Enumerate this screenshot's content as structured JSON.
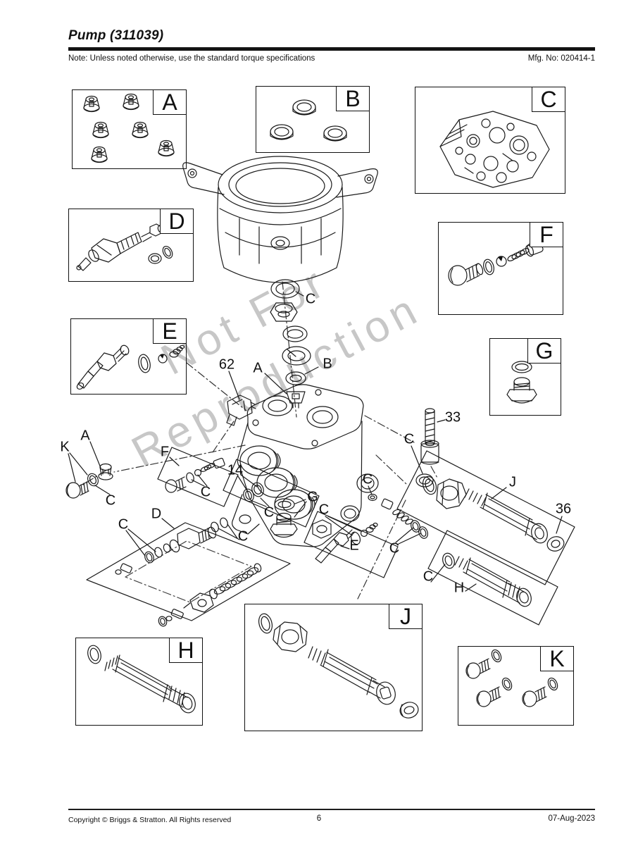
{
  "header": {
    "title": "Pump (311039)",
    "note": "Note: Unless noted otherwise, use the standard torque specifications",
    "mfg_no": "Mfg. No: 020414-1"
  },
  "watermark": {
    "line1": "Not For",
    "line2": "Reproduction"
  },
  "callout_letters": [
    "A",
    "B",
    "C",
    "D",
    "E",
    "F",
    "G",
    "H",
    "J",
    "K"
  ],
  "diagram_labels": [
    "C",
    "62",
    "A",
    "B",
    "33",
    "C",
    "K",
    "A",
    "C",
    "F",
    "C",
    "14",
    "C",
    "D",
    "C",
    "C",
    "G",
    "C",
    "C",
    "E",
    "C",
    "J",
    "36",
    "C",
    "H"
  ],
  "footer": {
    "copyright": "Copyright ©  Briggs & Stratton. All Rights reserved",
    "page_number": "6",
    "date": "07-Aug-2023"
  }
}
